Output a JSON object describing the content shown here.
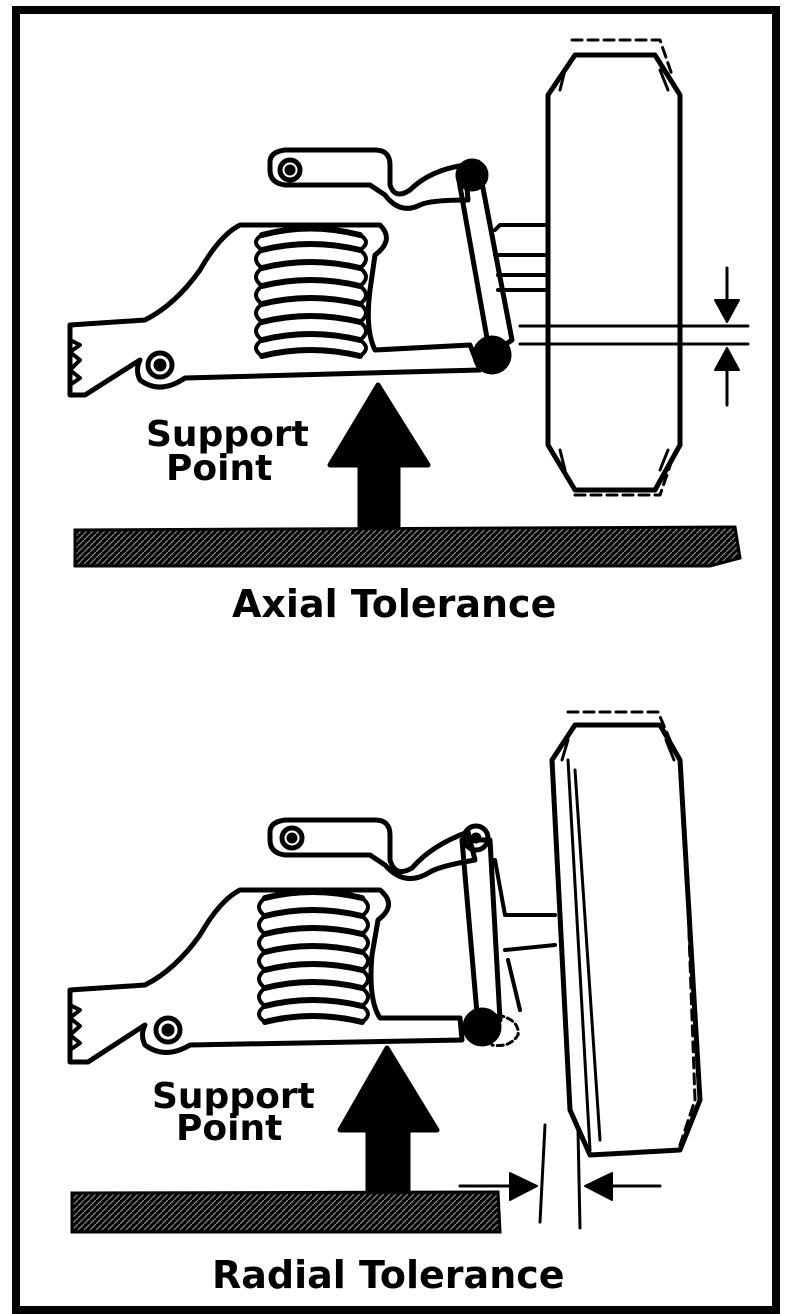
{
  "panels": {
    "axial": {
      "support_label_line1": "Support",
      "support_label_line2": "Point",
      "caption": "Axial Tolerance"
    },
    "radial": {
      "support_label_line1": "Support",
      "support_label_line2": "Point",
      "caption": "Radial Tolerance"
    }
  },
  "colors": {
    "ink": "#000000",
    "paper": "#ffffff"
  }
}
